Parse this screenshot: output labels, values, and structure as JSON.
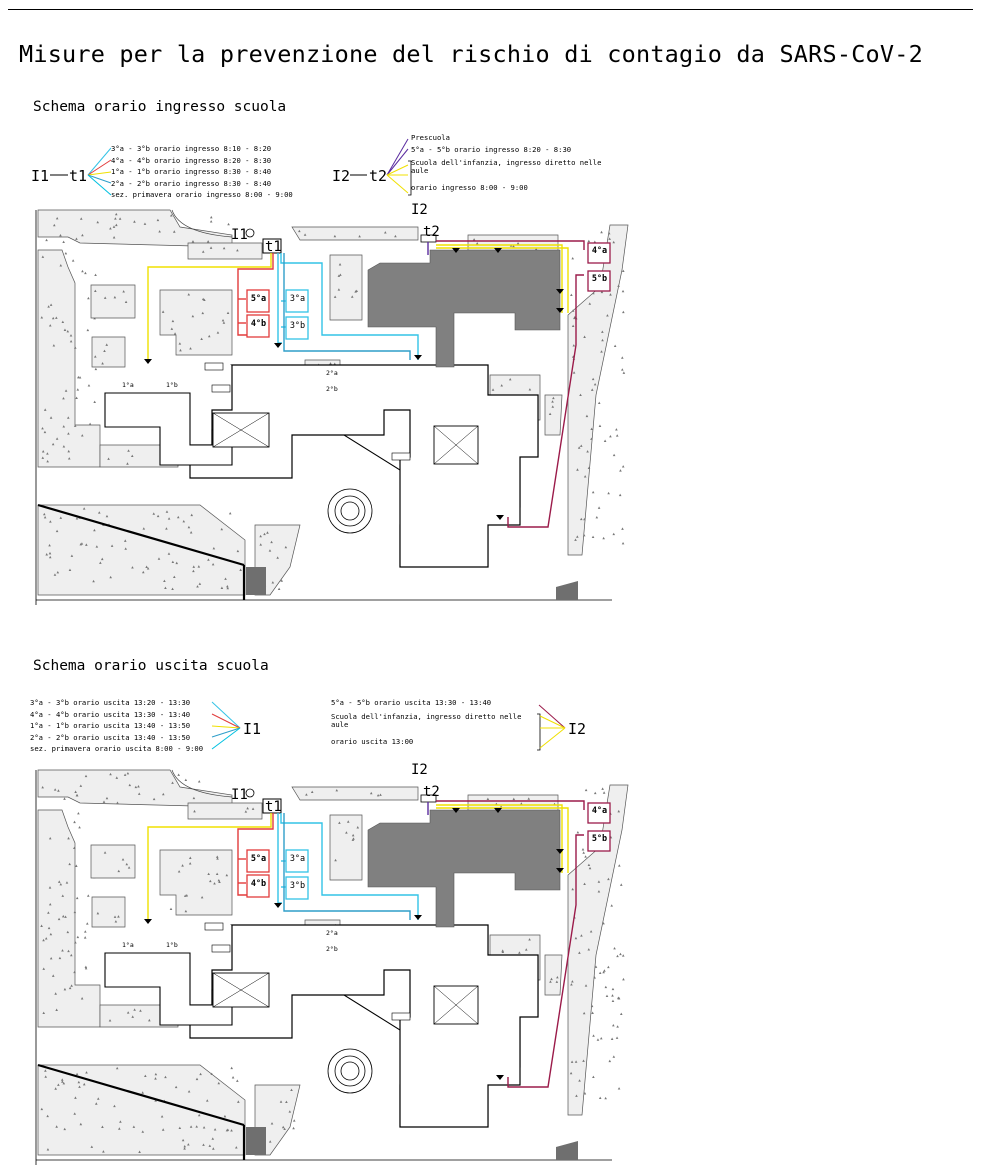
{
  "page": {
    "title": "Misure per la prevenzione del rischio di contagio da SARS-CoV-2"
  },
  "entry": {
    "title": "Schema orario ingresso scuola",
    "code_i1": "I1",
    "code_i2": "I2",
    "code_t1": "t1",
    "code_t2": "t2",
    "left_legend": [
      "3°a - 3°b orario ingresso 8:10 - 8:20",
      "4°a - 4°b orario ingresso 8:20 - 8:30",
      "1°a - 1°b orario ingresso 8:30 - 8:40",
      "2°a - 2°b orario ingresso 8:30 - 8:40",
      "sez. primavera orario ingresso 8:00 - 9:00"
    ],
    "right_legend": [
      "Prescuola",
      "5°a - 5°b orario ingresso 8:20 - 8:30",
      "Scuola dell'infanzia, ingresso diretto nelle",
      "aule",
      "orario ingresso 8:00 - 9:00"
    ]
  },
  "exit": {
    "title": "Schema orario uscita scuola",
    "code_i1": "I1",
    "code_i2": "I2",
    "left_legend": [
      "3°a - 3°b orario uscita 13:20 - 13:30",
      "4°a - 4°b orario uscita 13:30 - 13:40",
      "1°a - 1°b orario uscita 13:40 - 13:50",
      "2°a - 2°b orario uscita 13:40 - 13:50",
      "sez. primavera orario uscita 8:00 - 9:00"
    ],
    "right_legend": [
      "5°a - 5°b orario uscita 13:30 - 13:40",
      "Scuola dell'infanzia, ingresso diretto nelle",
      "aule",
      "orario uscita 13:00"
    ]
  },
  "plan": {
    "entrance_i1": "I1",
    "entrance_i2": "I2",
    "exit_t1": "t1",
    "exit_t2": "t2",
    "class_5a": "5°a",
    "class_4b": "4°b",
    "class_3a": "3°a",
    "class_3b": "3°b",
    "class_4a": "4°a",
    "class_5b": "5°b",
    "class_1a": "1°a",
    "class_1b": "1°b",
    "class_2a": "2°a",
    "class_2b": "2°b"
  },
  "colors": {
    "class_3": "#33c3e6",
    "class_4": "#e23b3b",
    "class_1": "#f0e000",
    "class_2": "#2f9ec9",
    "class_5": "#9b1b4a",
    "primavera": "#00c0e0",
    "prescuola": "#5a2ca0",
    "infanzia": "#f0e000",
    "building_infanzia": "#808080"
  }
}
